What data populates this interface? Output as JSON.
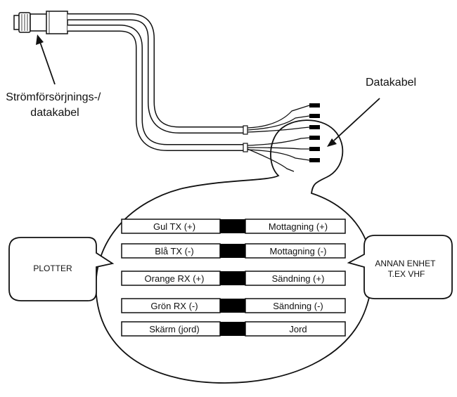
{
  "labels": {
    "power_cable": [
      "Strömförsörjnings-/",
      "datakabel"
    ],
    "data_cable": "Datakabel",
    "plotter": "PLOTTER",
    "other_device": [
      "ANNAN ENHET",
      "T.EX VHF"
    ]
  },
  "wiring_rows": [
    {
      "left": "Gul TX (+)",
      "right": "Mottagning (+)"
    },
    {
      "left": "Blå TX (-)",
      "right": "Mottagning (-)"
    },
    {
      "left": "Orange RX (+)",
      "right": "Sändning (+)"
    },
    {
      "left": "Grön RX (-)",
      "right": "Sändning (-)"
    },
    {
      "left": "Skärm (jord)",
      "right": "Jord"
    }
  ],
  "colors": {
    "line": "#111111",
    "fill": "#ffffff",
    "connector_block": "#000000"
  }
}
